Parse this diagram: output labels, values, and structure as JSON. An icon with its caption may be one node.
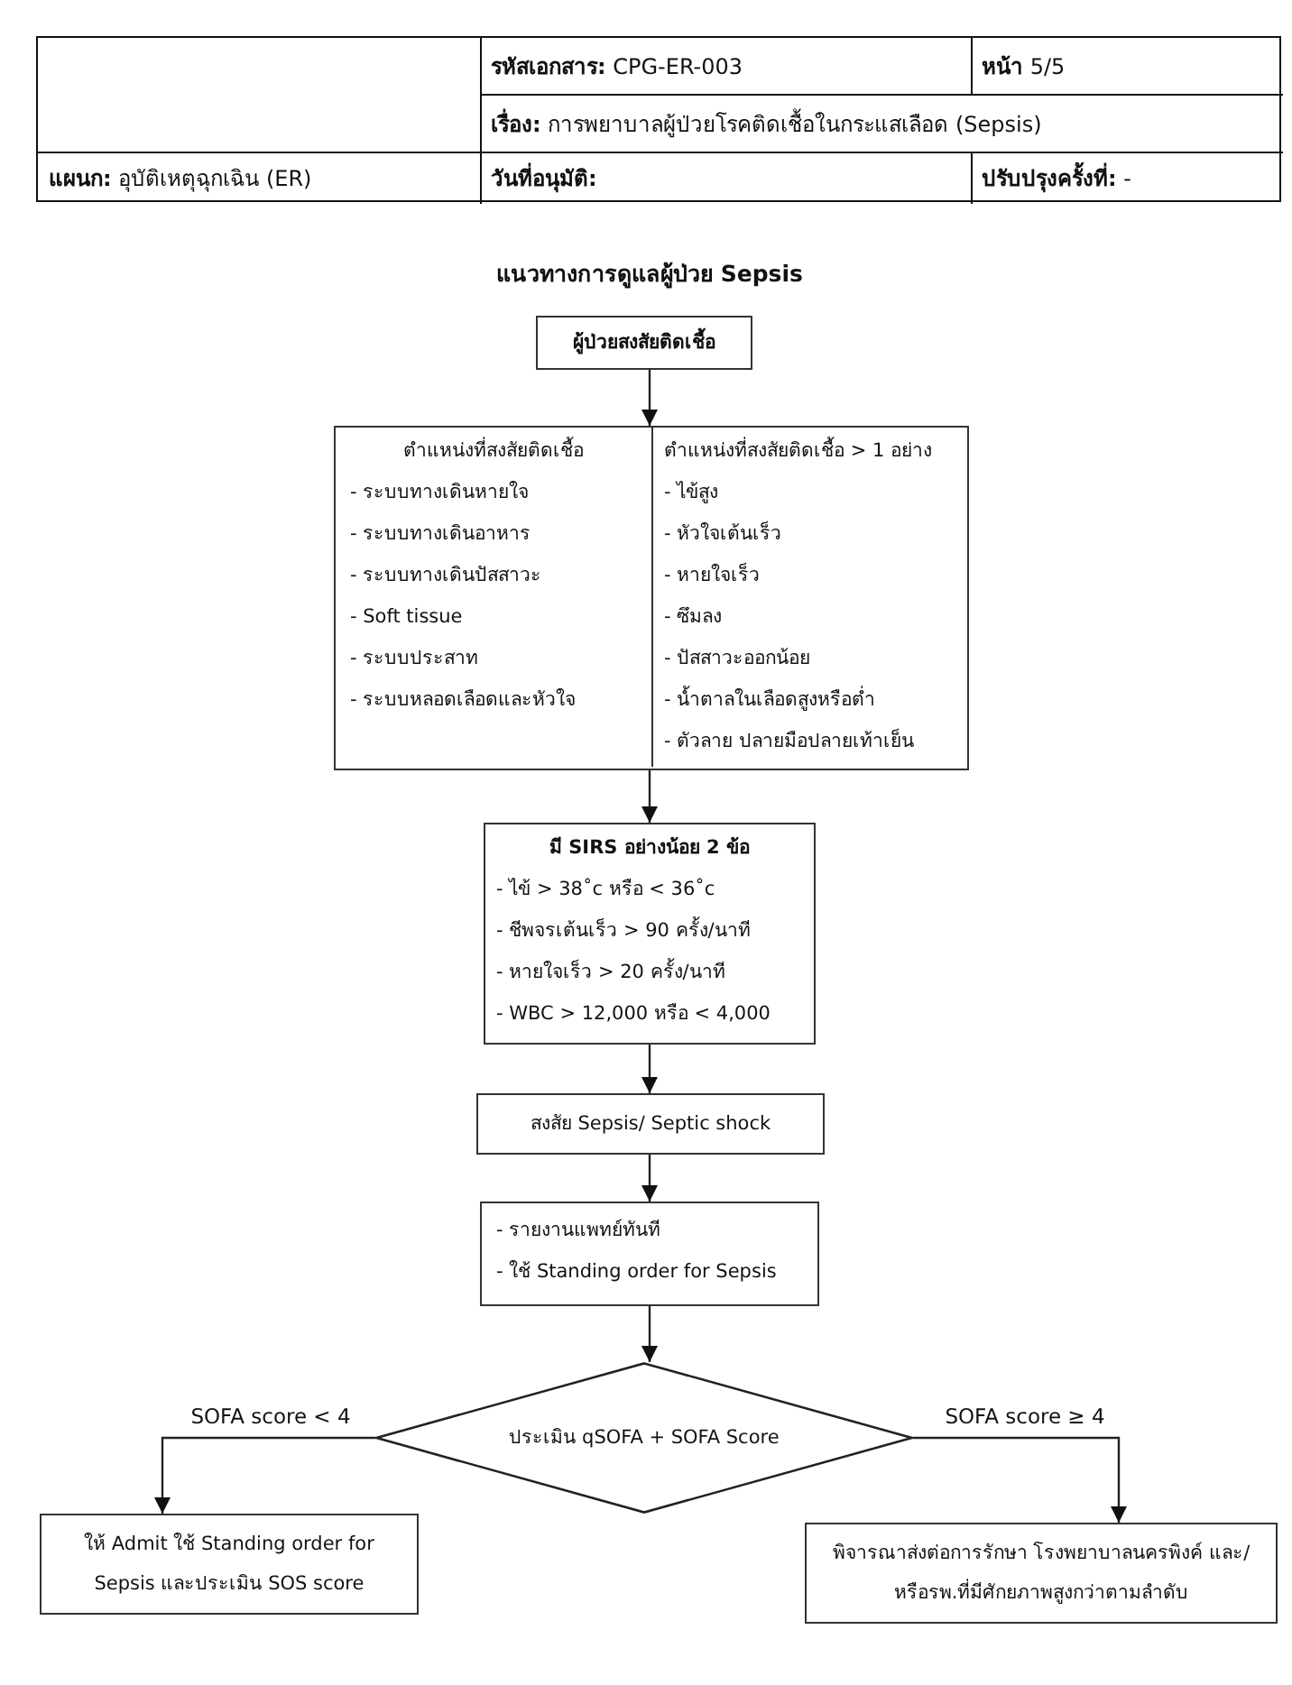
{
  "diagram": {
    "title": "แนวทางการดูแลผู้ป่วย Sepsis",
    "nodes": [
      {
        "text": [
          "ผู้ป่วยสงสัยติดเชื้อ"
        ]
      },
      {
        "text": [],
        "shape": "box"
      },
      {
        "text": [
          "ตำแหน่งที่สงสัยติดเชื้อ",
          "- ระบบทางเดินหายใจ",
          "- ระบบทางเดินอาหาร",
          "- ระบบทางเดินปัสสาวะ",
          "- Soft tissue",
          "- ระบบประสาท",
          "- ระบบหลอดเลือดและหัวใจ"
        ],
        "in": 1
      },
      {
        "text": [
          "ตำแหน่งที่สงสัยติดเชื้อ > 1 อย่าง",
          "- ไข้สูง",
          "- หัวใจเต้นเร็ว",
          "- หายใจเร็ว",
          "- ซึมลง",
          "- ปัสสาวะออกน้อย",
          "- น้ำตาลในเลือดสูงหรือต่ำ",
          "- ตัวลาย ปลายมือปลายเท้าเย็น"
        ],
        "in": 1
      },
      {
        "text": [
          "มี SIRS อย่างน้อย 2 ข้อ",
          "- ไข้ > 38˚c หรือ < 36˚c",
          "- ชีพจรเต้นเร็ว > 90 ครั้ง/นาที",
          "- หายใจเร็ว > 20 ครั้ง/นาที",
          "- WBC > 12,000 หรือ < 4,000"
        ]
      },
      {
        "text": [
          "สงสัย Sepsis/ Septic shock"
        ]
      },
      {
        "text": [
          "- รายงานแพทย์ทันที",
          "- ใช้ Standing order for Sepsis"
        ]
      },
      {
        "text": [
          "ประเมิน qSOFA + SOFA Score"
        ]
      },
      {
        "text": [
          "ให้ Admit ใช้ Standing order for Sepsis และประเมิน SOS score"
        ]
      },
      {
        "text": [
          "พิจารณาส่งต่อการรักษา โรงพยาบาลนครพิงค์ และ/หรือรพ.ที่มีศักยภาพสูงกว่าตามลำดับ"
        ]
      }
    ],
    "edges": [
      {
        "from": 0,
        "to": 1,
        "arrow": "to"
      },
      {
        "from": 1,
        "to": 4,
        "arrow": "to"
      },
      {
        "from": 4,
        "to": 5,
        "arrow": "to"
      },
      {
        "from": 5,
        "to": 6,
        "arrow": "to"
      },
      {
        "from": 6,
        "to": 7,
        "arrow": "to"
      },
      {
        "from": 7,
        "to": 8,
        "arrow": "to",
        "label": "SOFA score < 4"
      },
      {
        "from": 7,
        "to": 9,
        "arrow": "to",
        "label": "SOFA score ≥ 4"
      }
    ],
    "labels": [
      "**รหัสเอกสาร:** CPG-ER-003",
      "**หน้า** 5/5",
      "**เรื่อง:** การพยาบาลผู้ป่วยโรคติดเชื้อในกระแสเลือด (Sepsis)",
      "**แผนก:** อุบัติเหตุฉุกเฉิน (ER)",
      "วันที่อนุมัติ:",
      "**ปรับปรุงครั้งที่:** -"
    ]
  }
}
